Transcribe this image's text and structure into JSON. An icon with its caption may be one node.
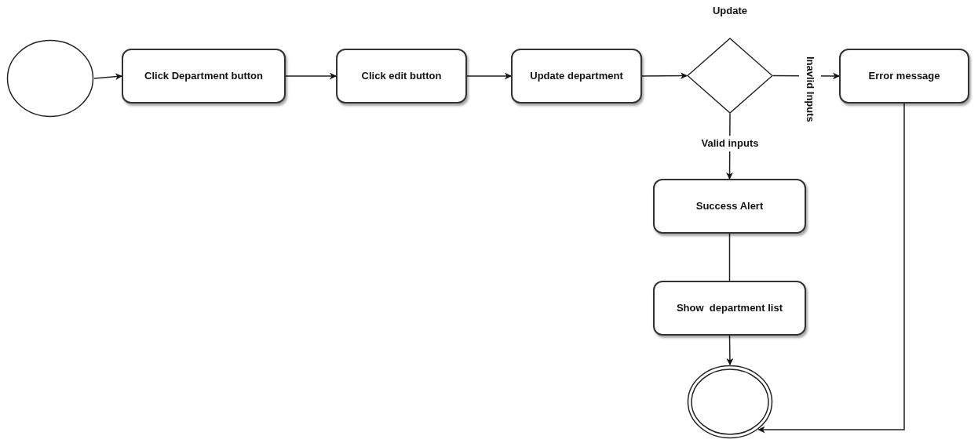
{
  "diagram": {
    "nodes": [
      {
        "text": [],
        "shape": "circle"
      },
      {
        "text": [
          "Click Department button"
        ]
      },
      {
        "text": [
          "Click edit button"
        ]
      },
      {
        "text": [
          "Update department"
        ]
      },
      {
        "text": [],
        "shape": "diamond"
      },
      {
        "text": [
          "Error message"
        ]
      },
      {
        "text": [
          "Success Alert"
        ]
      },
      {
        "text": [
          "Show  department list"
        ]
      },
      {
        "text": [],
        "shape": "circle"
      }
    ],
    "edges": [
      {
        "from": 0,
        "to": 1,
        "arrow": "to"
      },
      {
        "from": 1,
        "to": 2,
        "arrow": "to"
      },
      {
        "from": 2,
        "to": 3,
        "arrow": "to"
      },
      {
        "from": 3,
        "to": 4,
        "arrow": "to"
      },
      {
        "from": 4,
        "to": 5,
        "arrow": "to",
        "label": "Inavlid Inputs"
      },
      {
        "from": 4,
        "to": 6,
        "arrow": "to",
        "label": "Valid inputs"
      },
      {
        "from": 6,
        "to": 7,
        "arrow": "none"
      },
      {
        "from": 7,
        "to": 8,
        "arrow": "to"
      },
      {
        "from": 5,
        "to": 8,
        "arrow": "to"
      }
    ],
    "labels": [
      "Update"
    ]
  }
}
